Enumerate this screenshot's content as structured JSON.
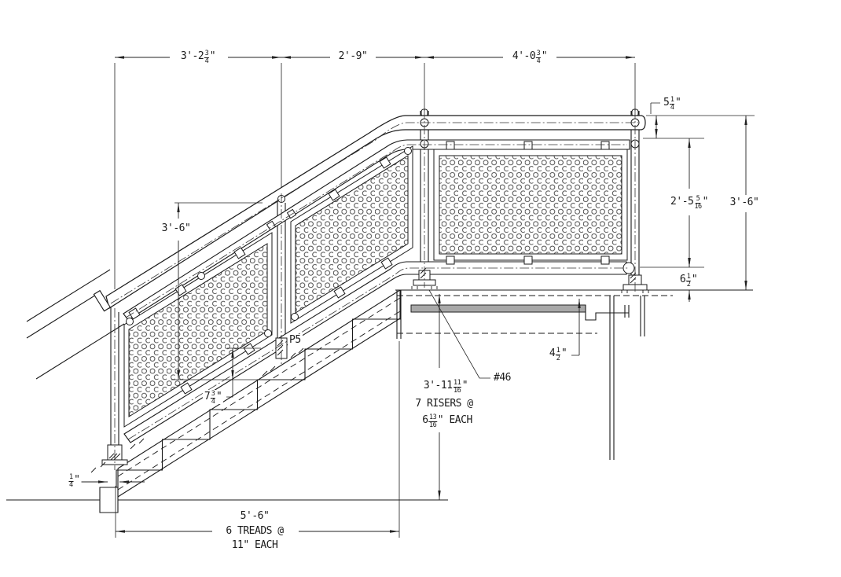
{
  "drawing_type": "stair guardrail elevation with perforated infill panels",
  "colors": {
    "line": "#1a1a1a",
    "dim": "#222222",
    "perforation": "#3a3a3a",
    "channel_fill": "#a8a8a8",
    "background": "#ffffff"
  },
  "dimensions": {
    "top1": {
      "pre": "3'-2",
      "num": "3",
      "den": "4",
      "post": "\""
    },
    "top2": {
      "pre": "2'-9\"",
      "num": "",
      "den": "",
      "post": ""
    },
    "top3": {
      "pre": "4'-0",
      "num": "3",
      "den": "4",
      "post": "\""
    },
    "cap_offset": {
      "pre": "5",
      "num": "1",
      "den": "4",
      "post": "\""
    },
    "panel_height": {
      "pre": "2'-5",
      "num": "5",
      "den": "16",
      "post": "\""
    },
    "rail_height_landing": {
      "pre": "3'-6\"",
      "num": "",
      "den": "",
      "post": ""
    },
    "toe_clearance": {
      "pre": "6",
      "num": "1",
      "den": "2",
      "post": "\""
    },
    "rail_height_stair": {
      "pre": "3'-6\"",
      "num": "",
      "den": "",
      "post": ""
    },
    "rail_toe_gap": {
      "pre": "7",
      "num": "3",
      "den": "4",
      "post": "\""
    },
    "total_rise": {
      "pre": "3'-11",
      "num": "11",
      "den": "16",
      "post": "\""
    },
    "risers_note": {
      "pre": "7 RISERS @",
      "num": "",
      "den": "",
      "post": ""
    },
    "riser_each": {
      "pre": "6",
      "num": "13",
      "den": "16",
      "post": "\" EACH"
    },
    "deck_edge_depth": {
      "pre": "4",
      "num": "1",
      "den": "2",
      "post": "\""
    },
    "end_gap": {
      "pre": "",
      "num": "1",
      "den": "4",
      "post": "\""
    },
    "total_run": {
      "pre": "5'-6\"",
      "num": "",
      "den": "",
      "post": ""
    },
    "treads_note": {
      "pre": "6 TREADS @",
      "num": "",
      "den": "",
      "post": ""
    },
    "tread_each": {
      "pre": "11\" EACH",
      "num": "",
      "den": "",
      "post": ""
    }
  },
  "labels": {
    "post_ref": "P5",
    "item_ref": "#46"
  }
}
